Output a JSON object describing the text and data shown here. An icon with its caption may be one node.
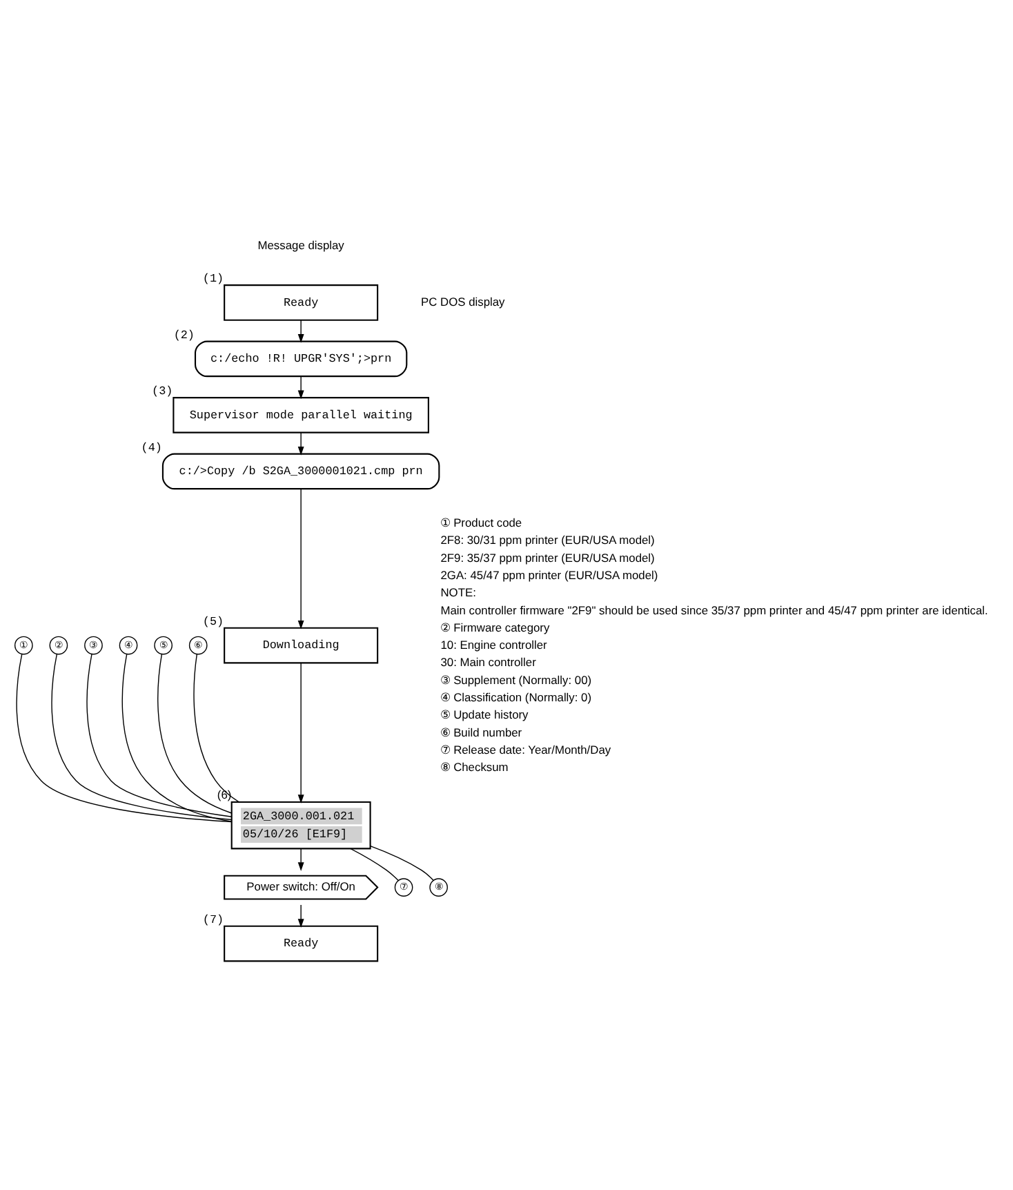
{
  "diagram": {
    "nodes": [
      {
        "text": [
          "Ready"
        ],
        "beside": [
          "(1)"
        ]
      },
      {
        "text": [
          "c:/echo !R! UPGR'SYS';>prn"
        ],
        "beside": [
          "(2)"
        ]
      },
      {
        "text": [
          "Supervisor mode parallel waiting"
        ],
        "beside": [
          "(3)"
        ]
      },
      {
        "text": [
          "c:/>Copy /b S2GA_3000001021.cmp prn"
        ],
        "beside": [
          "(4)"
        ]
      },
      {
        "text": [
          "Downloading"
        ],
        "beside": [
          "(5)"
        ]
      },
      {
        "text": [
          "2GA_3000.001.021",
          "05/10/26 [E1F9]"
        ],
        "beside": [
          "(6)"
        ]
      },
      {
        "text": [
          "Power switch: Off/On"
        ]
      },
      {
        "text": [
          "Ready"
        ],
        "beside": [
          "(7)"
        ]
      },
      {
        "text": [
          "①"
        ]
      },
      {
        "text": [
          "②"
        ]
      },
      {
        "text": [
          "③"
        ]
      },
      {
        "text": [
          "④"
        ]
      },
      {
        "text": [
          "⑤"
        ]
      },
      {
        "text": [
          "⑥"
        ]
      },
      {
        "text": [
          "⑦"
        ]
      },
      {
        "text": [
          "⑧"
        ]
      }
    ],
    "edges": [
      {
        "from": 0,
        "to": 1,
        "arrow": "to"
      },
      {
        "from": 1,
        "to": 2,
        "arrow": "to"
      },
      {
        "from": 2,
        "to": 3,
        "arrow": "to"
      },
      {
        "from": 3,
        "to": 4,
        "arrow": "to"
      },
      {
        "from": 4,
        "to": 5,
        "arrow": "to"
      },
      {
        "from": 5,
        "to": 6,
        "arrow": "to"
      },
      {
        "from": 6,
        "to": 7,
        "arrow": "to"
      },
      {
        "from": 8,
        "to": 5,
        "arrow": "none"
      },
      {
        "from": 9,
        "to": 5,
        "arrow": "none"
      },
      {
        "from": 10,
        "to": 5,
        "arrow": "none"
      },
      {
        "from": 11,
        "to": 5,
        "arrow": "none"
      },
      {
        "from": 12,
        "to": 5,
        "arrow": "none"
      },
      {
        "from": 13,
        "to": 5,
        "arrow": "none"
      },
      {
        "from": 14,
        "to": 5,
        "arrow": "none"
      },
      {
        "from": 15,
        "to": 5,
        "arrow": "none"
      }
    ],
    "labels": [
      "Message display",
      "PC DOS display",
      "① Product code",
      "2F8: 30/31 ppm printer (EUR/USA model)",
      "2F9: 35/37 ppm printer (EUR/USA model)",
      "2GA: 45/47 ppm printer (EUR/USA model)",
      "NOTE:",
      "Main controller firmware \"2F9\" should be used since 35/37 ppm printer and 45/47 ppm printer are identical.",
      "② Firmware category",
      "10: Engine controller",
      "30: Main controller",
      "③ Supplement (Normally: 00)",
      "④ Classification (Normally: 0)",
      "⑤ Update history",
      "⑥ Build number",
      "⑦ Release date: Year/Month/Day",
      "⑧ Checksum"
    ]
  }
}
